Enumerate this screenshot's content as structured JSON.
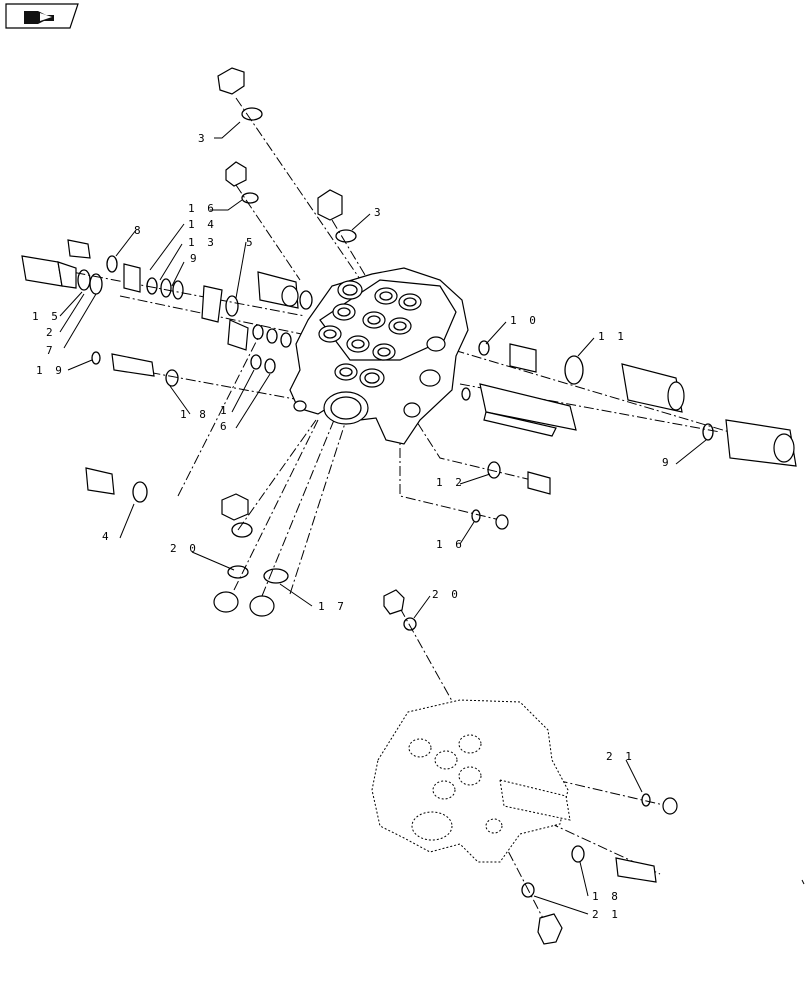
{
  "nav": {
    "icon": "arrow-hand-icon"
  },
  "callouts": [
    {
      "id": "c3a",
      "text": "3"
    },
    {
      "id": "c16a",
      "text": "1 6"
    },
    {
      "id": "c3b",
      "text": "3"
    },
    {
      "id": "c14",
      "text": "1 4"
    },
    {
      "id": "c13",
      "text": "1 3"
    },
    {
      "id": "c9a",
      "text": "9"
    },
    {
      "id": "c8",
      "text": "8"
    },
    {
      "id": "c5",
      "text": "5"
    },
    {
      "id": "c15",
      "text": "1 5"
    },
    {
      "id": "c2",
      "text": "2"
    },
    {
      "id": "c7",
      "text": "7"
    },
    {
      "id": "c19",
      "text": "1 9"
    },
    {
      "id": "c18a",
      "text": "1 8"
    },
    {
      "id": "c1",
      "text": "1"
    },
    {
      "id": "c6",
      "text": "6"
    },
    {
      "id": "c10",
      "text": "1 0"
    },
    {
      "id": "c11",
      "text": "1 1"
    },
    {
      "id": "c9b",
      "text": "9"
    },
    {
      "id": "c12",
      "text": "1 2"
    },
    {
      "id": "c16b",
      "text": "1 6"
    },
    {
      "id": "c4",
      "text": "4"
    },
    {
      "id": "c20a",
      "text": "2 0"
    },
    {
      "id": "c17",
      "text": "1 7"
    },
    {
      "id": "c20b",
      "text": "2 0"
    },
    {
      "id": "c21a",
      "text": "2 1"
    },
    {
      "id": "c18b",
      "text": "1 8"
    },
    {
      "id": "c21b",
      "text": "2 1"
    }
  ]
}
